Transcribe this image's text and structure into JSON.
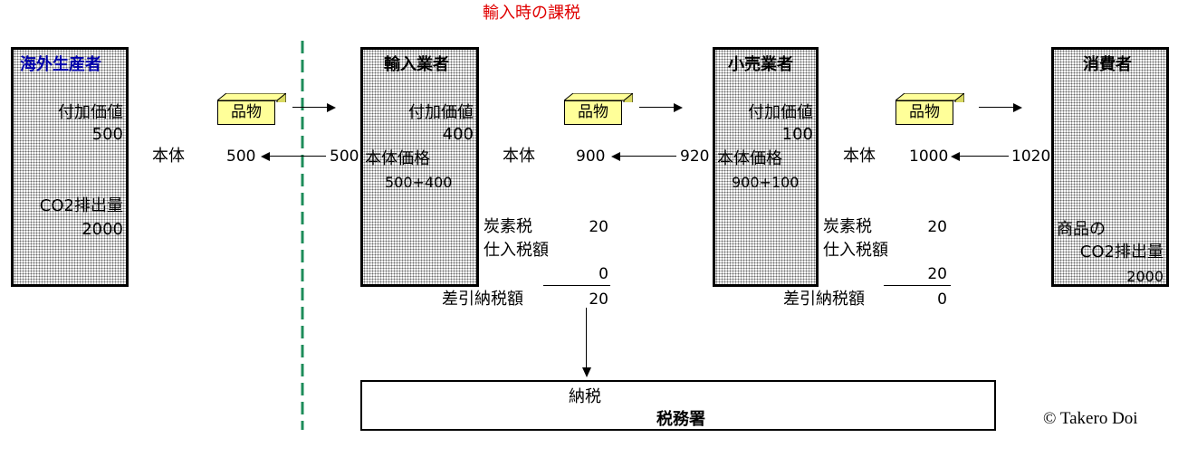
{
  "title": "輸入時の課税",
  "copyright": "© Takero Doi",
  "foreign_producer": {
    "name": "海外生産者",
    "value_added_label": "付加価値",
    "value_added": "500",
    "co2_label": "CO2排出量",
    "co2": "2000"
  },
  "importer": {
    "name": "輸入業者",
    "value_added_label": "付加価値",
    "value_added": "400",
    "price_label": "本体価格",
    "price_formula": "500+400"
  },
  "retailer": {
    "name": "小売業者",
    "value_added_label": "付加価値",
    "value_added": "100",
    "price_label": "本体価格",
    "price_formula": "900+100"
  },
  "consumer": {
    "name": "消費者",
    "product_co2_label_1": "商品の",
    "product_co2_label_2": "CO2排出量",
    "product_co2": "2000"
  },
  "goods_label": "品物",
  "flow1": {
    "body_label": "本体",
    "body_value": "500",
    "paid": "500"
  },
  "flow2": {
    "body_label": "本体",
    "body_value": "900",
    "paid": "920",
    "carbon_tax_label": "炭素税",
    "carbon_tax": "20",
    "input_tax_label": "仕入税額",
    "input_tax": "0",
    "net_tax_label": "差引納税額",
    "net_tax": "20"
  },
  "flow3": {
    "body_label": "本体",
    "body_value": "1000",
    "paid": "1020",
    "carbon_tax_label": "炭素税",
    "carbon_tax": "20",
    "input_tax_label": "仕入税額",
    "input_tax": "20",
    "net_tax_label": "差引納税額",
    "net_tax": "0"
  },
  "tax_office": {
    "payment_label": "納税",
    "name": "税務署"
  },
  "colors": {
    "title": "#e00000",
    "producer_name": "#0000aa",
    "border_line": "#1e8c5a",
    "goods": "#ffff99"
  }
}
